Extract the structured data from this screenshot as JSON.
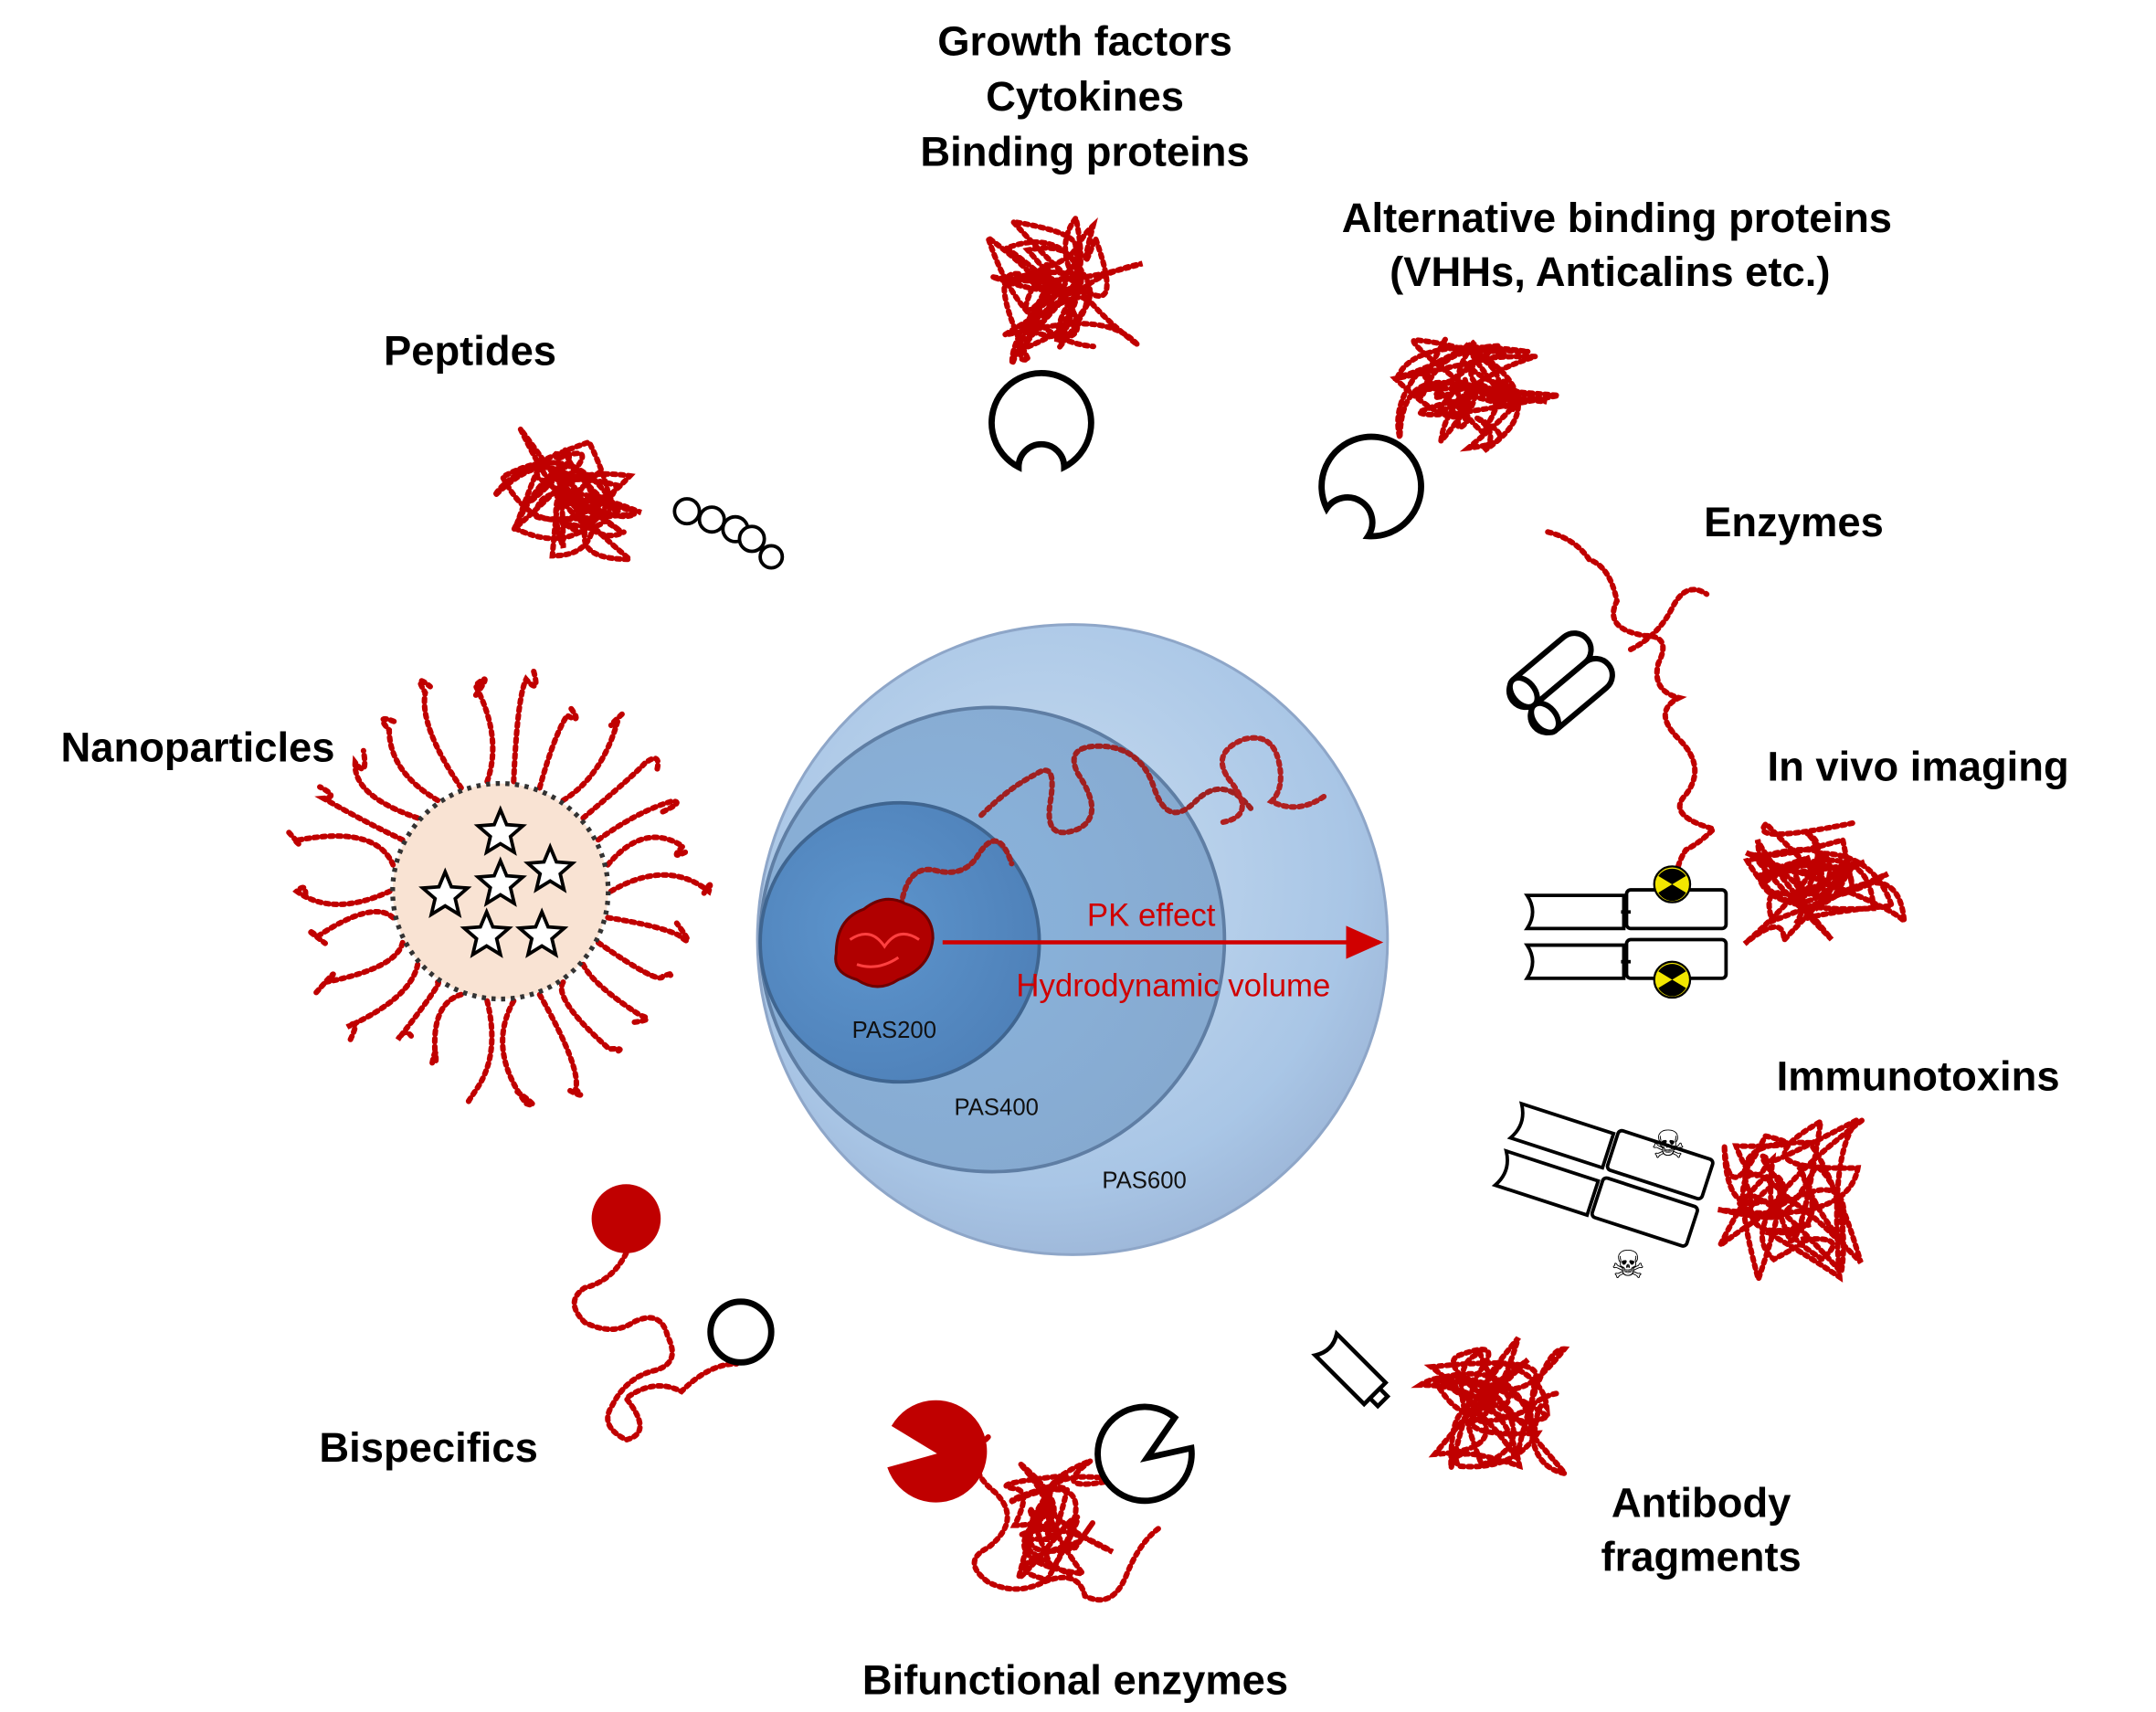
{
  "labels": {
    "growth_factors": "Growth factors",
    "cytokines": "Cytokines",
    "binding_proteins": "Binding proteins",
    "alt_binding_1": "Alternative binding proteins",
    "alt_binding_2": "(VHHs, Anticalins etc.)",
    "peptides": "Peptides",
    "enzymes": "Enzymes",
    "nanoparticles": "Nanoparticles",
    "in_vivo_imaging": "In vivo imaging",
    "immunotoxins": "Immunotoxins",
    "bispecifics": "Bispecifics",
    "antibody_fragments_1": "Antibody",
    "antibody_fragments_2": "fragments",
    "bifunctional_enzymes": "Bifunctional enzymes"
  },
  "center": {
    "pk_effect": "PK effect",
    "hydrodynamic_volume": "Hydrodynamic volume",
    "spheres": [
      "PAS200",
      "PAS400",
      "PAS600"
    ]
  },
  "colors": {
    "chain": "#c00000",
    "arrow": "#d00000",
    "sphere": "#8fb6dc",
    "nanoparticle_core": "#f9e3d3",
    "radiation": "#f2e600"
  }
}
